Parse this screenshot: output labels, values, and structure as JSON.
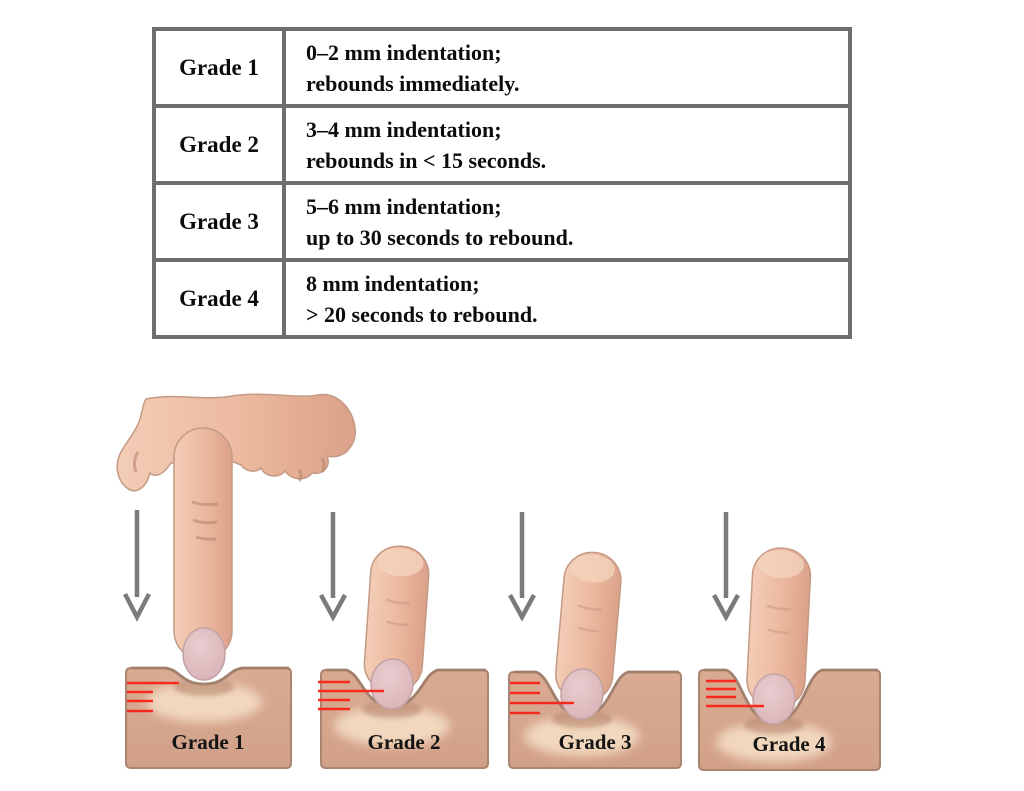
{
  "table": {
    "rows": [
      {
        "grade": "Grade 1",
        "description_line1": "0–2 mm indentation;",
        "description_line2": "rebounds immediately."
      },
      {
        "grade": "Grade 2",
        "description_line1": "3–4 mm indentation;",
        "description_line2": "rebounds in < 15 seconds."
      },
      {
        "grade": "Grade 3",
        "description_line1": "5–6 mm indentation;",
        "description_line2": "up to 30 seconds to rebound."
      },
      {
        "grade": "Grade 4",
        "description_line1": "8 mm indentation;",
        "description_line2": "> 20 seconds to rebound."
      }
    ]
  },
  "illustration": {
    "panels": [
      {
        "label": "Grade 1",
        "long_depth_marker_index": 1
      },
      {
        "label": "Grade 2",
        "long_depth_marker_index": 2
      },
      {
        "label": "Grade 3",
        "long_depth_marker_index": 3
      },
      {
        "label": "Grade 4",
        "long_depth_marker_index": 4
      }
    ],
    "colors": {
      "table_border": "#6e6e6e",
      "skin_block": "#d6a68e",
      "finger_skin": "#ecbaa0",
      "fingernail": "#dcb9bd",
      "depth_marker_red": "#f82a1d",
      "arrow_gray": "#7b7b7b",
      "label_text": "#141414"
    }
  }
}
